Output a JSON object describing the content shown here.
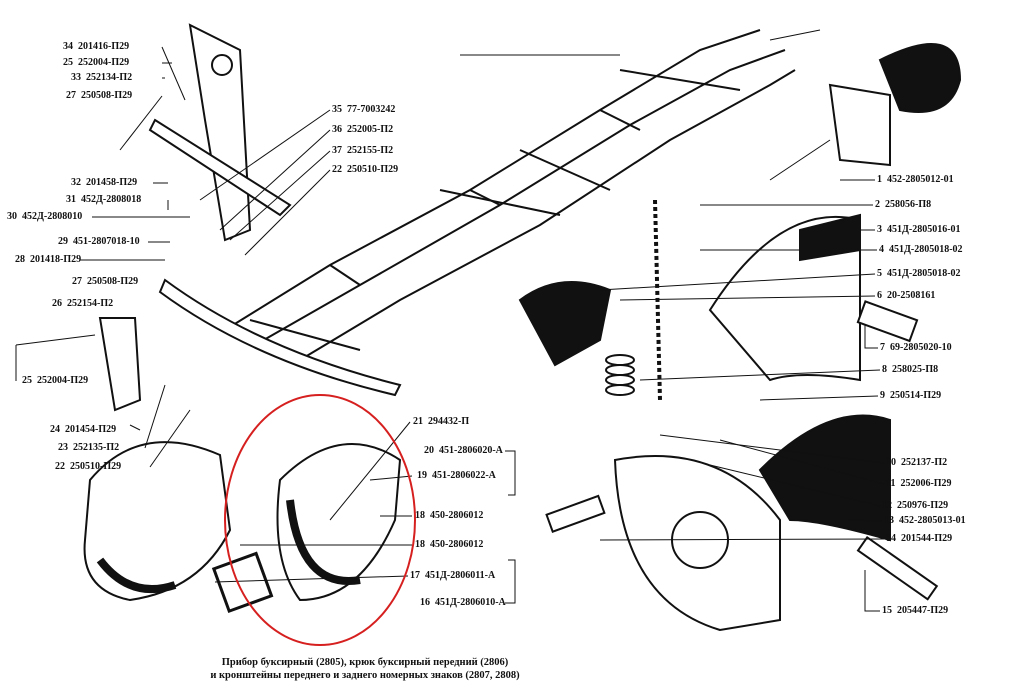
{
  "caption": {
    "line1": "Прибор буксирный (2805), крюк буксирный передний (2806)",
    "line2": "и кронштейны переднего и заднего номерных  знаков (2807, 2808)"
  },
  "labels": [
    {
      "num": "34",
      "part": "201416-П29"
    },
    {
      "num": "25",
      "part": "252004-П29"
    },
    {
      "num": "33",
      "part": "252134-П2"
    },
    {
      "num": "27",
      "part": "250508-П29"
    },
    {
      "num": "32",
      "part": "201458-П29"
    },
    {
      "num": "31",
      "part": "452Д-2808018"
    },
    {
      "num": "30",
      "part": "452Д-2808010"
    },
    {
      "num": "35",
      "part": "77-7003242"
    },
    {
      "num": "36",
      "part": "252005-П2"
    },
    {
      "num": "37",
      "part": "252155-П2"
    },
    {
      "num": "22",
      "part": "250510-П29"
    },
    {
      "num": "29",
      "part": "451-2807018-10"
    },
    {
      "num": "28",
      "part": "201418-П29"
    },
    {
      "num": "27",
      "part": "250508-П29"
    },
    {
      "num": "26",
      "part": "252154-П2"
    },
    {
      "num": "25",
      "part": "252004-П29"
    },
    {
      "num": "24",
      "part": "201454-П29"
    },
    {
      "num": "23",
      "part": "252135-П2"
    },
    {
      "num": "22",
      "part": "250510-П29"
    },
    {
      "num": "21",
      "part": "294432-П"
    },
    {
      "num": "20",
      "part": "451-2806020-А"
    },
    {
      "num": "19",
      "part": "451-2806022-А"
    },
    {
      "num": "18",
      "part": "450-2806012"
    },
    {
      "num": "18",
      "part": "450-2806012"
    },
    {
      "num": "17",
      "part": "451Д-2806011-А"
    },
    {
      "num": "16",
      "part": "451Д-2806010-А"
    },
    {
      "num": "1",
      "part": "452-2805012-01"
    },
    {
      "num": "2",
      "part": "258056-П8"
    },
    {
      "num": "3",
      "part": "451Д-2805016-01"
    },
    {
      "num": "4",
      "part": "451Д-2805018-02"
    },
    {
      "num": "5",
      "part": "451Д-2805018-02"
    },
    {
      "num": "6",
      "part": "20-2508161"
    },
    {
      "num": "7",
      "part": "69-2805020-10"
    },
    {
      "num": "8",
      "part": "258025-П8"
    },
    {
      "num": "9",
      "part": "250514-П29"
    },
    {
      "num": "10",
      "part": "252137-П2"
    },
    {
      "num": "11",
      "part": "252006-П29"
    },
    {
      "num": "12",
      "part": "250976-П29"
    },
    {
      "num": "13",
      "part": "452-2805013-01"
    },
    {
      "num": "14",
      "part": "201544-П29"
    },
    {
      "num": "15",
      "part": "205447-П29"
    }
  ],
  "highlight_color": "#d62020"
}
